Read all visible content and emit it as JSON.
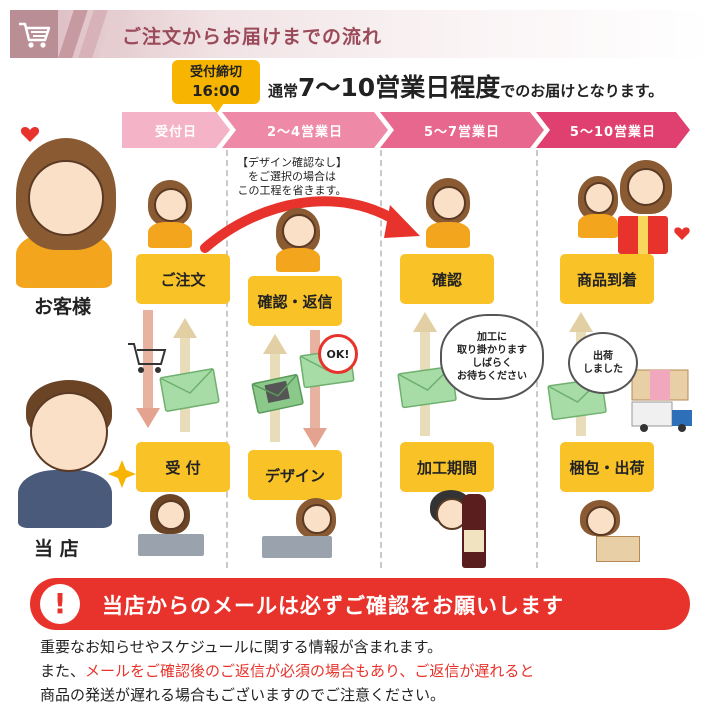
{
  "header": {
    "title": "ご注文からお届けまでの流れ",
    "icon": "shopping-cart-icon"
  },
  "deadline": {
    "line1": "受付締切",
    "line2": "16:00"
  },
  "lead": {
    "pre": "通常",
    "range": "7〜10",
    "days": "営業日程度",
    "post": "でのお届けとなります。"
  },
  "steps": [
    {
      "label": "受付日",
      "color": "#f1a7bd"
    },
    {
      "label": "2〜4営業日",
      "color": "#ec7fa0"
    },
    {
      "label": "5〜7営業日",
      "color": "#e85a85"
    },
    {
      "label": "5〜10営業日",
      "color": "#e03c6c"
    }
  ],
  "note": {
    "line1": "【デザイン確認なし】",
    "line2": "をご選択の場合は",
    "line3": "この工程を省きます。"
  },
  "customer_label": "お客様",
  "shop_label": "当 店",
  "customer_boxes": [
    "ご注文",
    "確認・返信",
    "確認",
    "商品到着"
  ],
  "shop_boxes": [
    "受 付",
    "デザイン",
    "加工期間",
    "梱包・出荷"
  ],
  "ok_badge": "OK!",
  "bubble_processing": {
    "line1": "加工に",
    "line2": "取り掛かります",
    "line3": "しばらく",
    "line4": "お待ちください"
  },
  "bubble_shipped": {
    "line1": "出荷",
    "line2": "しました"
  },
  "banner": {
    "text": "当店からのメールは必ずご確認をお願いします",
    "icon": "exclamation-icon"
  },
  "footer": {
    "line1": "重要なお知らせやスケジュールに関する情報が含まれます。",
    "line2_pre": "また、",
    "line2_red": "メールをご確認後のご返信が必須の場合もあり、ご返信が遅れると",
    "line3": "商品の発送が遅れる場合もございますのでご注意ください。"
  },
  "colors": {
    "accent": "#e8332c",
    "box": "#f9c227",
    "header_text": "#9b4a59",
    "arrow_down": "#e3a38f",
    "arrow_up": "#e2cfa3"
  }
}
